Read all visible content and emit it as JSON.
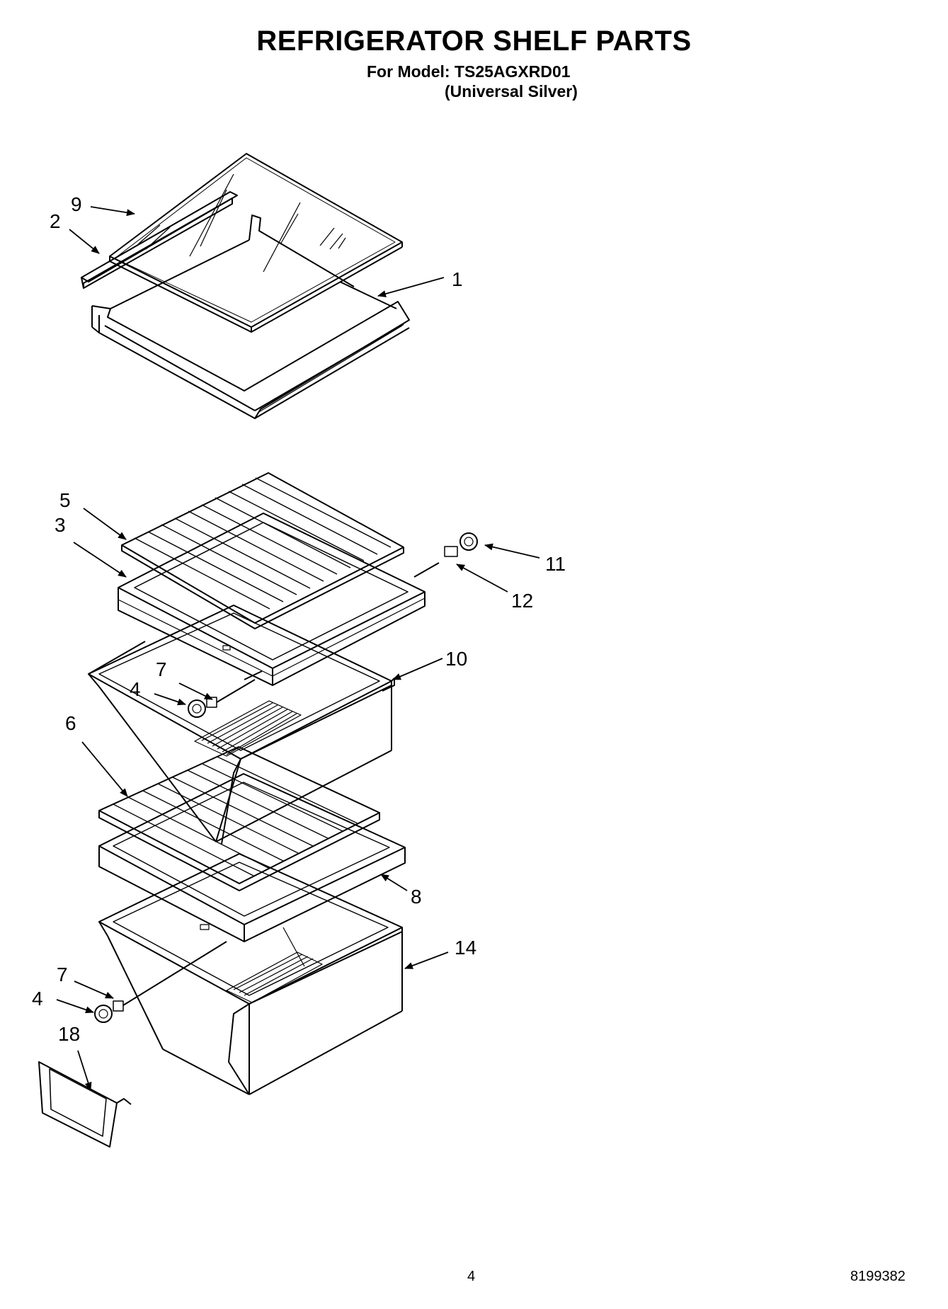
{
  "header": {
    "title": "REFRIGERATOR SHELF PARTS",
    "model_line": "For Model: TS25AGXRD01",
    "color_line": "(Universal Silver)"
  },
  "callouts": [
    {
      "id": "c9a",
      "label": "9"
    },
    {
      "id": "c2",
      "label": "2"
    },
    {
      "id": "c1",
      "label": "1"
    },
    {
      "id": "c5",
      "label": "5"
    },
    {
      "id": "c3",
      "label": "3"
    },
    {
      "id": "c11",
      "label": "11"
    },
    {
      "id": "c12",
      "label": "12"
    },
    {
      "id": "c10",
      "label": "10"
    },
    {
      "id": "c7a",
      "label": "7"
    },
    {
      "id": "c4a",
      "label": "4"
    },
    {
      "id": "c6",
      "label": "6"
    },
    {
      "id": "c8",
      "label": "8"
    },
    {
      "id": "c14",
      "label": "14"
    },
    {
      "id": "c7b",
      "label": "7"
    },
    {
      "id": "c4b",
      "label": "4"
    },
    {
      "id": "c18",
      "label": "18"
    }
  ],
  "footer": {
    "page_number": "4",
    "document_number": "8199382"
  }
}
